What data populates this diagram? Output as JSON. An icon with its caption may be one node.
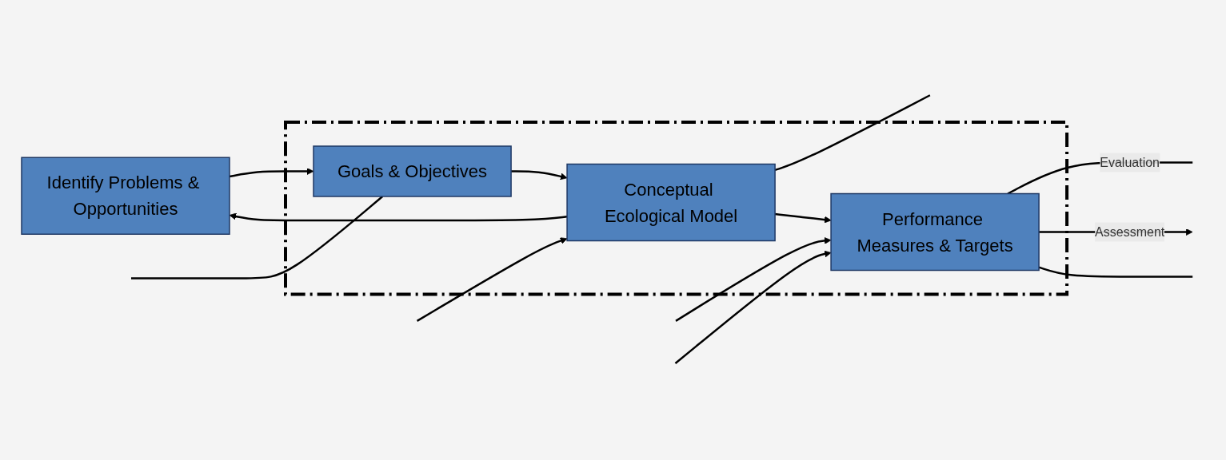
{
  "diagram": {
    "nodes": [
      {
        "text": [
          "Identify Problems & Opportunities"
        ]
      },
      {
        "text": [],
        "shape": "box"
      },
      {
        "text": [
          "Goals & Objectives"
        ],
        "in": 1
      },
      {
        "text": [
          "Conceptual Ecological Model"
        ],
        "in": 1
      },
      {
        "text": [
          "Performance Measures & Targets"
        ],
        "in": 1
      }
    ],
    "edges": [
      {
        "from": 0,
        "to": 2,
        "arrow": "to"
      },
      {
        "from": null,
        "to": 2,
        "arrow": "none"
      },
      {
        "from": 2,
        "to": 3,
        "arrow": "to"
      },
      {
        "from": 3,
        "to": 0,
        "arrow": "to"
      },
      {
        "from": 3,
        "to": null,
        "arrow": "none"
      },
      {
        "from": 3,
        "to": 4,
        "arrow": "to"
      },
      {
        "from": null,
        "to": 4,
        "arrow": "to"
      },
      {
        "from": 4,
        "to": null,
        "arrow": "none",
        "label": "Evaluation"
      },
      {
        "from": 4,
        "to": null,
        "arrow": "to",
        "label": "Assessment"
      },
      {
        "from": null,
        "to": 3,
        "arrow": "to"
      },
      {
        "from": null,
        "to": 4,
        "arrow": "to"
      },
      {
        "from": 4,
        "to": null,
        "arrow": "none"
      }
    ]
  }
}
